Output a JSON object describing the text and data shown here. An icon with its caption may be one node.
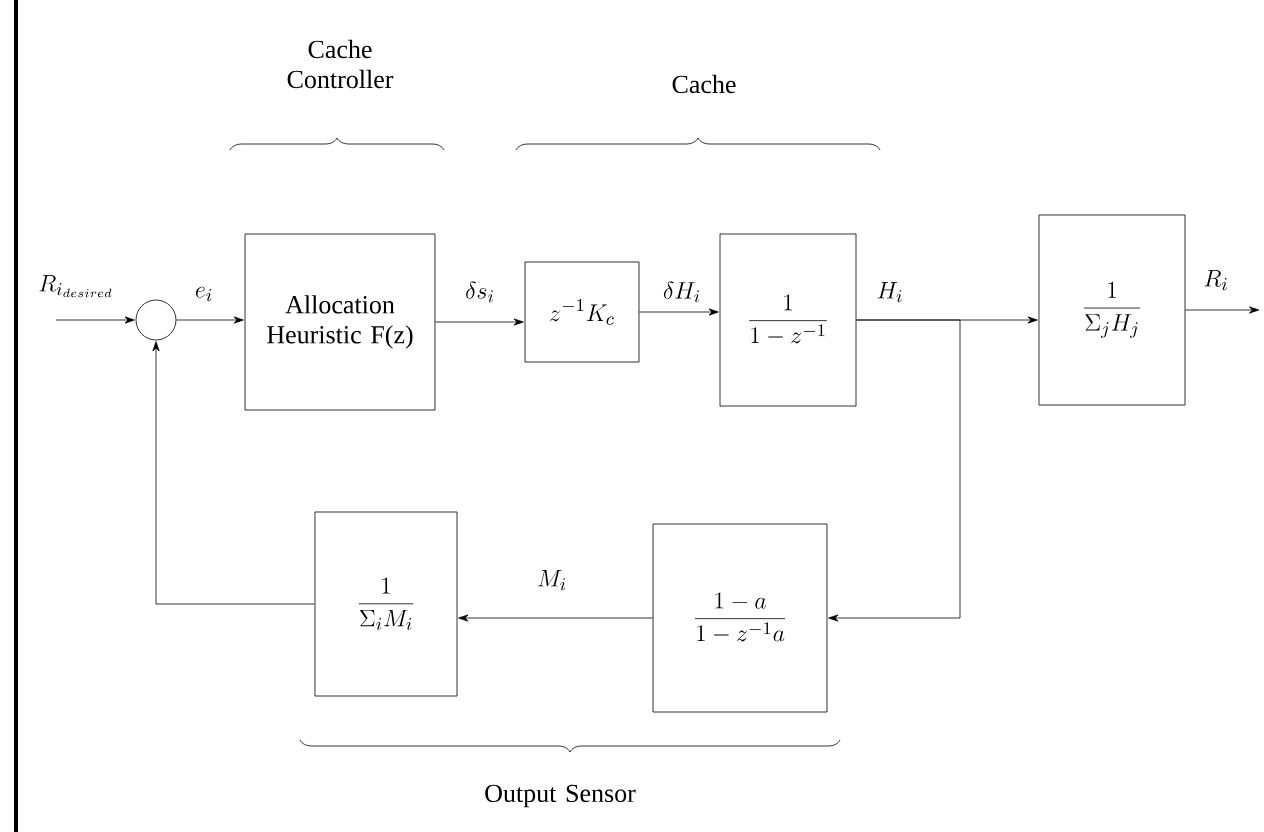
{
  "diagram": {
    "nodes": [
      {
        "text": [],
        "shape": "circle"
      },
      {
        "text": [
          "Allocation Heuristic F(z)"
        ]
      },
      {
        "text": [
          "z^{-1} K_c"
        ]
      },
      {
        "text": [
          "\\frac{1}{1-z^{-1}}"
        ]
      },
      {
        "text": [
          "\\frac{1}{\\Sigma_j H_j}"
        ]
      },
      {
        "text": [
          "\\frac{1-a}{1-z^{-1}a}"
        ]
      },
      {
        "text": [
          "\\frac{1}{\\Sigma_i M_i}"
        ]
      }
    ],
    "edges": [
      {
        "from": null,
        "to": 0,
        "arrow": "to",
        "label": "R_{i_{desired}}"
      },
      {
        "from": 0,
        "to": 1,
        "arrow": "to",
        "label": "e_i"
      },
      {
        "from": 1,
        "to": 2,
        "arrow": "to",
        "label": "\\delta s_i"
      },
      {
        "from": 2,
        "to": 3,
        "arrow": "to",
        "label": "\\delta H_i"
      },
      {
        "from": 3,
        "to": 4,
        "arrow": "to",
        "label": "H_i"
      },
      {
        "from": 3,
        "to": 5,
        "arrow": "to"
      },
      {
        "from": 4,
        "to": null,
        "arrow": "to",
        "label": "R_i"
      },
      {
        "from": 5,
        "to": 6,
        "arrow": "to",
        "label": "M_i"
      },
      {
        "from": 6,
        "to": 0,
        "arrow": "to"
      }
    ],
    "labels": [
      "Cache Controller",
      "Cache",
      "Output Sensor"
    ]
  }
}
